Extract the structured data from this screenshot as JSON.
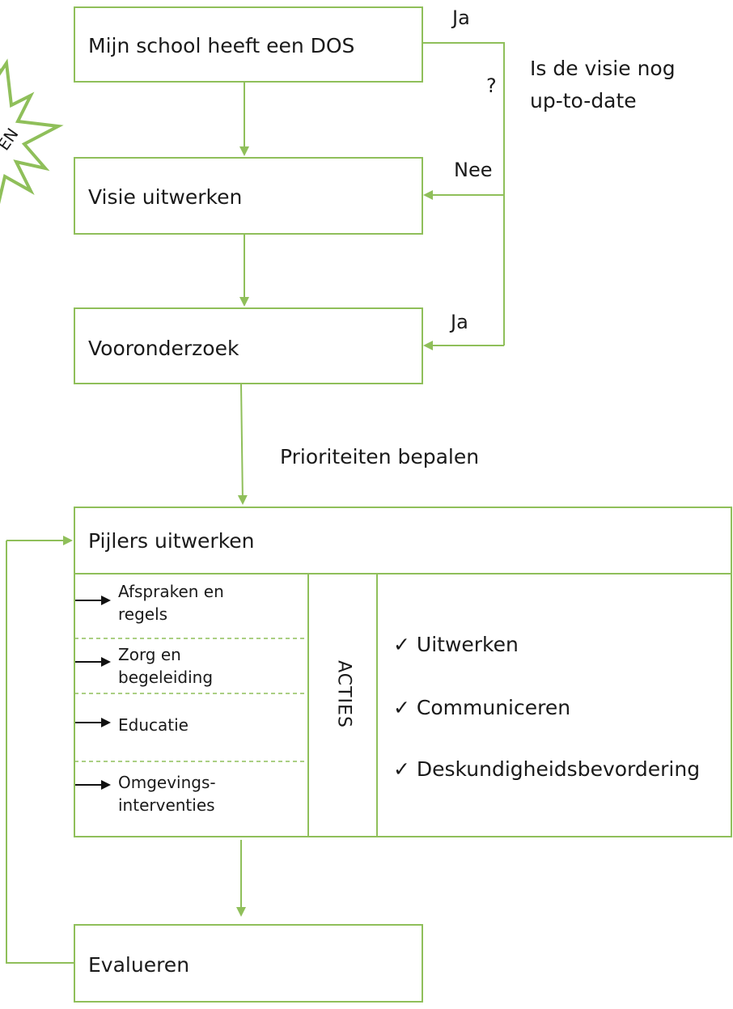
{
  "colors": {
    "line": "#8fbf5a",
    "text": "#1a1a1a"
  },
  "boxes": {
    "dos": "Mijn school heeft een DOS",
    "visie": "Visie uitwerken",
    "vooronderzoek": "Vooronderzoek",
    "pijlers": "Pijlers uitwerken",
    "evalueren": "Evalueren"
  },
  "edges": {
    "ja_top": "Ja",
    "question_mark": "?",
    "question": [
      "Is de visie nog",
      "up-to-date"
    ],
    "nee": "Nee",
    "ja_bottom": "Ja",
    "prioriteiten": "Prioriteiten bepalen"
  },
  "starburst_text": "EN",
  "pillars": [
    [
      "Afspraken en",
      "regels"
    ],
    [
      "Zorg en",
      "begeleiding"
    ],
    [
      "Educatie"
    ],
    [
      "Omgevings-",
      "interventies"
    ]
  ],
  "acties": "ACTIES",
  "actions": [
    "✓ Uitwerken",
    "✓ Communiceren",
    "✓ Deskundigheidsbevordering"
  ]
}
